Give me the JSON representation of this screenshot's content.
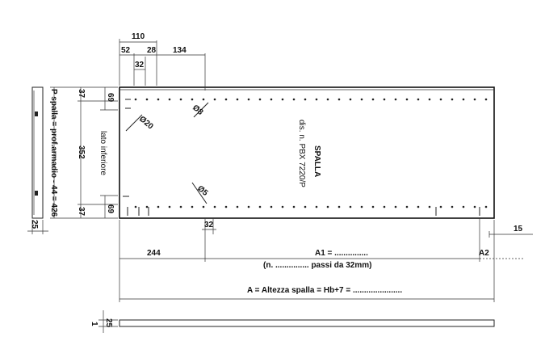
{
  "drawing": {
    "panel_title": "SPALLA",
    "drawing_number": "dis. n. PBX 7220/P",
    "side_label": "lato inferiore",
    "p_spalla_label": "P spalla = prof.armadio - 44 = 426",
    "a1_label": "A1 = ...............",
    "passi_label": "(n. ............... passi da 32mm)",
    "a_label": "A = Altezza spalla = Hb+7 = ......................",
    "a2_label": "A2",
    "hole_d20": "Ø20",
    "hole_d8": "Ø8",
    "hole_d5": "Ø5"
  },
  "dimensions": {
    "d110": "110",
    "d52": "52",
    "d28": "28",
    "d32_top": "32",
    "d134": "134",
    "d37_top": "37",
    "d352": "352",
    "d37_bottom": "37",
    "d69_top": "69",
    "d69_bottom": "69",
    "d25_left": "25",
    "d244": "244",
    "d32_bottom": "32",
    "d15": "15",
    "d25_bottom": "25",
    "d1": "1"
  }
}
